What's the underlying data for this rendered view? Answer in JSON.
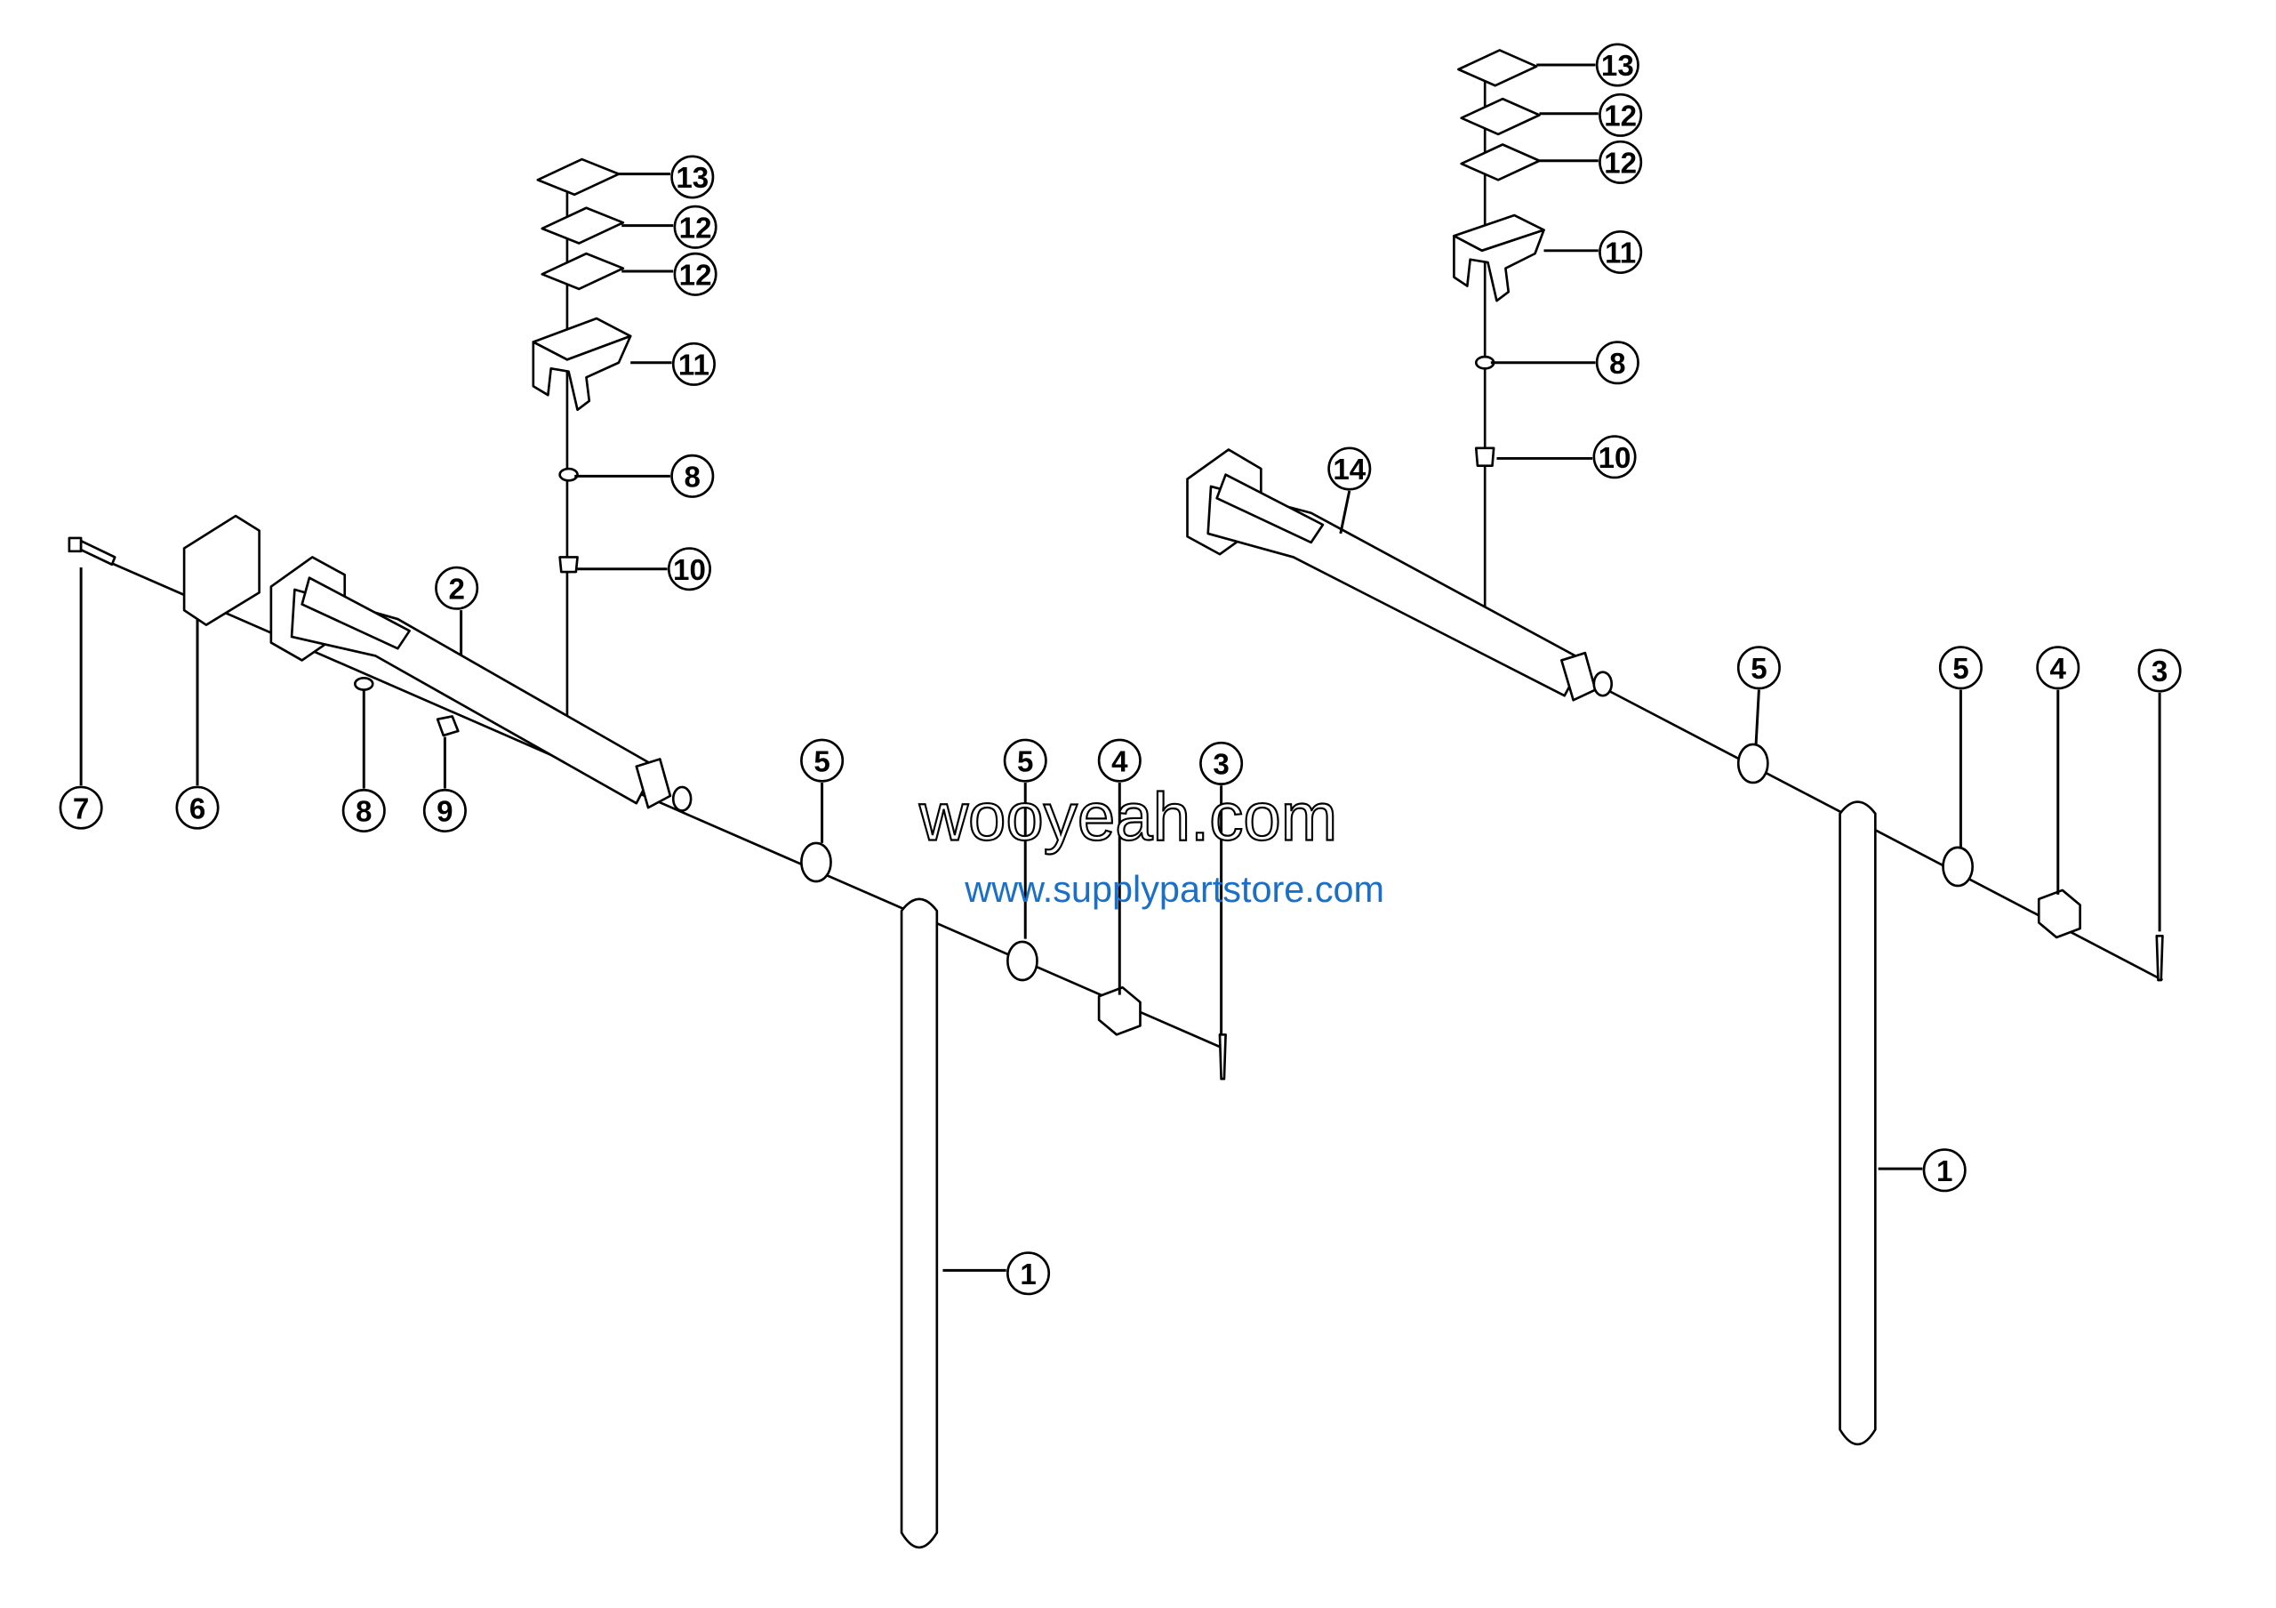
{
  "diagram": {
    "left_assembly": {
      "callouts": [
        "13",
        "12",
        "12",
        "11",
        "8",
        "10",
        "2",
        "7",
        "6",
        "8",
        "9",
        "5",
        "5",
        "4",
        "3",
        "1"
      ]
    },
    "right_assembly": {
      "callouts": [
        "13",
        "12",
        "12",
        "11",
        "8",
        "10",
        "14",
        "5",
        "5",
        "4",
        "3",
        "1"
      ]
    }
  },
  "watermarks": {
    "outline": "wooyeah.com",
    "blue": "www.supplypartstore.com"
  }
}
